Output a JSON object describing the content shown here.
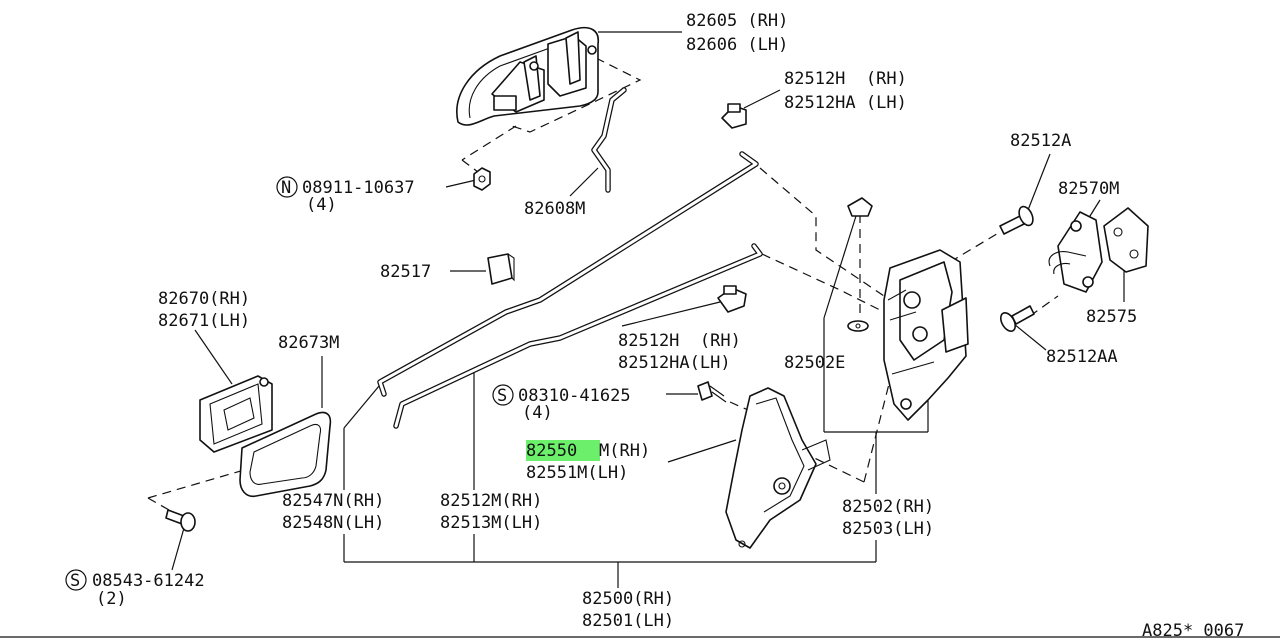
{
  "labels": {
    "handle_out_rh": "82605 (RH)",
    "handle_out_lh": "82606 (LH)",
    "clip_top_rh": "82512H  (RH)",
    "clip_top_lh": "82512HA (LH)",
    "nut_prefix": "N",
    "nut_code": "08911-10637",
    "nut_qty": "(4)",
    "rod_82608m": "82608M",
    "bolt_82512a": "82512A",
    "striker": "82570M",
    "shim_82517": "82517",
    "handle_in_rh": "82670(RH)",
    "handle_in_lh": "82671(LH)",
    "escutcheon": "82673M",
    "clip_mid_rh": "82512H  (RH)",
    "clip_mid_lh": "82512HA(LH)",
    "grommet": "82502E",
    "shim_82575": "82575",
    "screw_82512aa": "82512AA",
    "bolt_s_prefix": "S",
    "bolt_s_code": "08310-41625",
    "bolt_s_qty": "(4)",
    "cover_rh_hl": "82550",
    "cover_rh_rest": "M(RH)",
    "cover_lh": "82551M(LH)",
    "rod_lock_rh": "82547N(RH)",
    "rod_lock_lh": "82548N(LH)",
    "rod_open_rh": "82512M(RH)",
    "rod_open_lh": "82513M(LH)",
    "lock_rh": "82502(RH)",
    "lock_lh": "82503(LH)",
    "screw_s_prefix": "S",
    "screw_s_code": "08543-61242",
    "screw_s_qty": "(2)",
    "assy_rh": "82500(RH)",
    "assy_lh": "82501(LH)",
    "diagram_ref": "A825* 0067"
  },
  "colors": {
    "line": "#111111",
    "highlight": "#6cf06c",
    "background": "#ffffff"
  }
}
